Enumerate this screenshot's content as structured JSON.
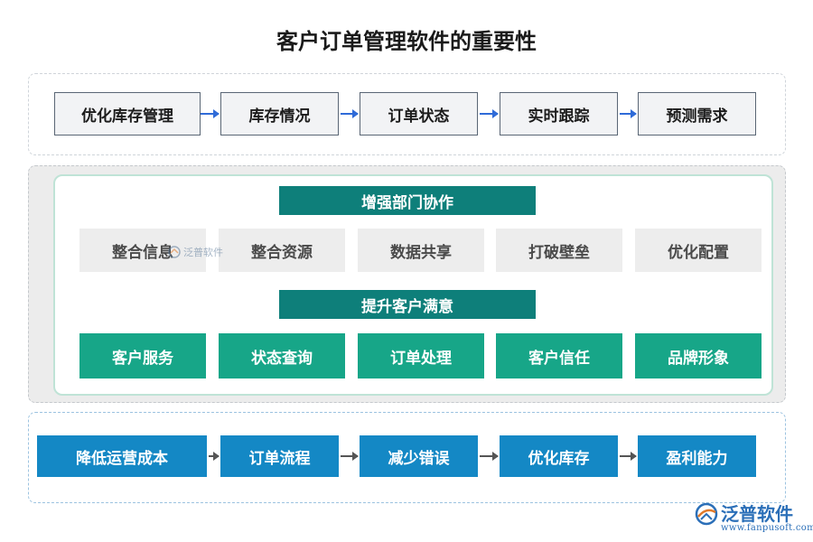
{
  "title": "客户订单管理软件的重要性",
  "flow_top": [
    "优化库存管理",
    "库存情况",
    "订单状态",
    "实时跟踪",
    "预测需求"
  ],
  "section_collab": {
    "header": "增强部门协作",
    "items": [
      "整合信息",
      "整合资源",
      "数据共享",
      "打破壁垒",
      "优化配置"
    ]
  },
  "section_customer": {
    "header": "提升客户满意",
    "items": [
      "客户服务",
      "状态查询",
      "订单处理",
      "客户信任",
      "品牌形象"
    ]
  },
  "flow_bottom": [
    "降低运营成本",
    "订单流程",
    "减少错误",
    "优化库存",
    "盈利能力"
  ],
  "watermark": {
    "inline": "泛普软件",
    "brand": "泛普软件",
    "url": "www.fanpusoft.com"
  },
  "colors": {
    "teal": "#17a688",
    "header": "#0e7f7a",
    "blue": "#1488c5",
    "arrow": "#2f6bd8"
  }
}
